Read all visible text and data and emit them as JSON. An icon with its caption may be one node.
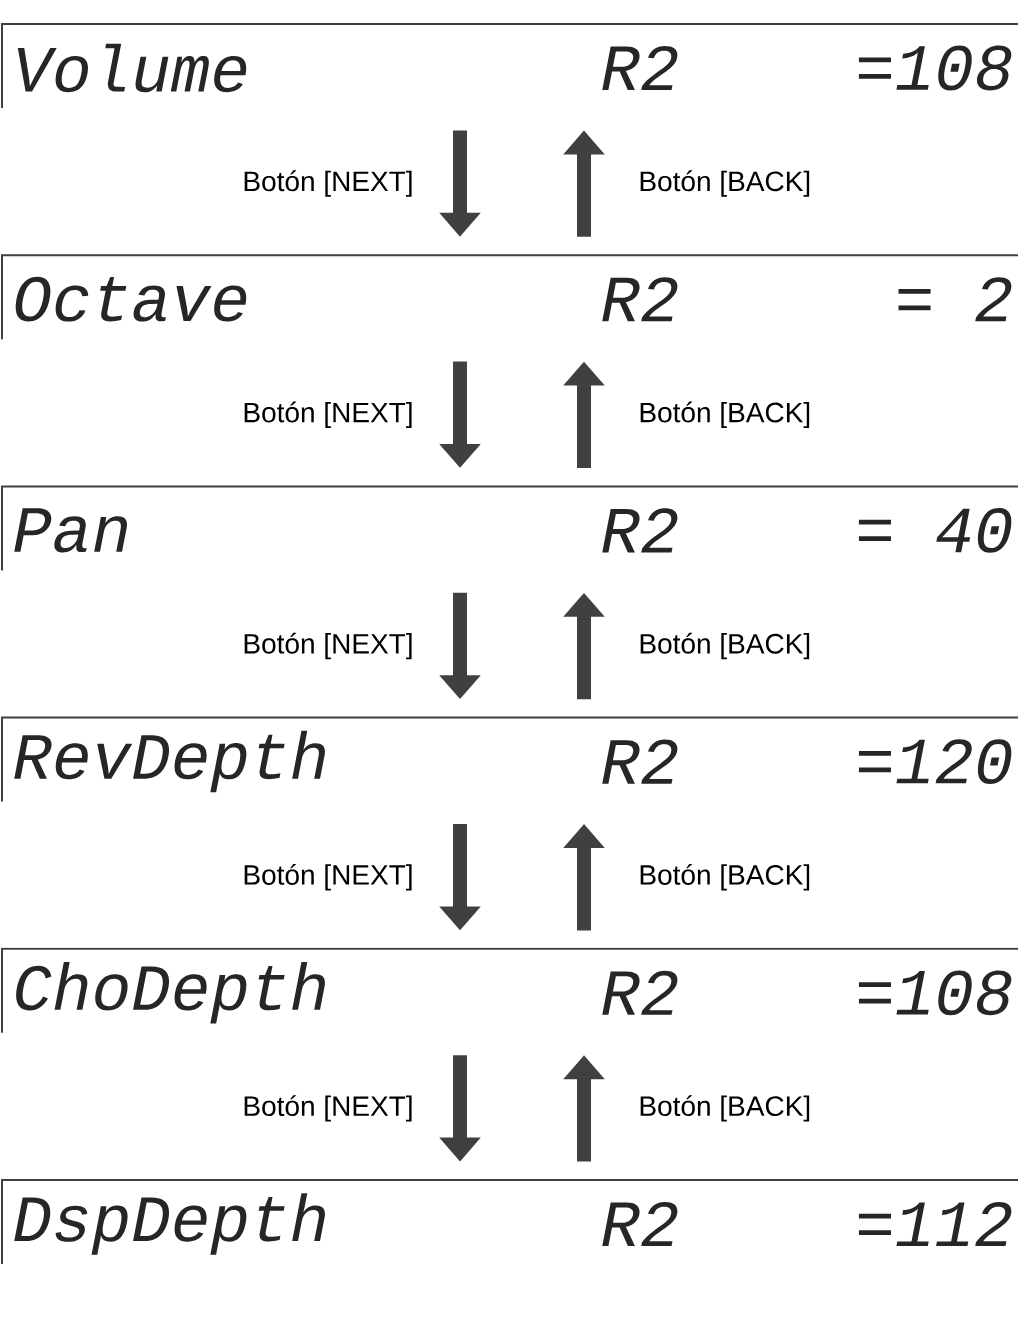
{
  "diagram": {
    "nodes": [
      {
        "text": [
          "Volume",
          "R2",
          "=108"
        ]
      },
      {
        "text": [
          "Octave",
          "R2",
          "= 2"
        ]
      },
      {
        "text": [
          "Pan",
          "R2",
          "= 40"
        ]
      },
      {
        "text": [
          "RevDepth",
          "R2",
          "=120"
        ]
      },
      {
        "text": [
          "ChoDepth",
          "R2",
          "=108"
        ]
      },
      {
        "text": [
          "DspDepth",
          "R2",
          "=112"
        ]
      }
    ],
    "edges": [
      {
        "from": 0,
        "to": 1,
        "arrow": "to",
        "label": "Botón [NEXT]"
      },
      {
        "from": 1,
        "to": 0,
        "arrow": "to",
        "label": "Botón [BACK]"
      },
      {
        "from": 1,
        "to": 2,
        "arrow": "to",
        "label": "Botón [NEXT]"
      },
      {
        "from": 2,
        "to": 1,
        "arrow": "to",
        "label": "Botón [BACK]"
      },
      {
        "from": 2,
        "to": 3,
        "arrow": "to",
        "label": "Botón [NEXT]"
      },
      {
        "from": 3,
        "to": 2,
        "arrow": "to",
        "label": "Botón [BACK]"
      },
      {
        "from": 3,
        "to": 4,
        "arrow": "to",
        "label": "Botón [NEXT]"
      },
      {
        "from": 4,
        "to": 3,
        "arrow": "to",
        "label": "Botón [BACK]"
      },
      {
        "from": 4,
        "to": 5,
        "arrow": "to",
        "label": "Botón [NEXT]"
      },
      {
        "from": 5,
        "to": 4,
        "arrow": "to",
        "label": "Botón [BACK]"
      }
    ]
  }
}
